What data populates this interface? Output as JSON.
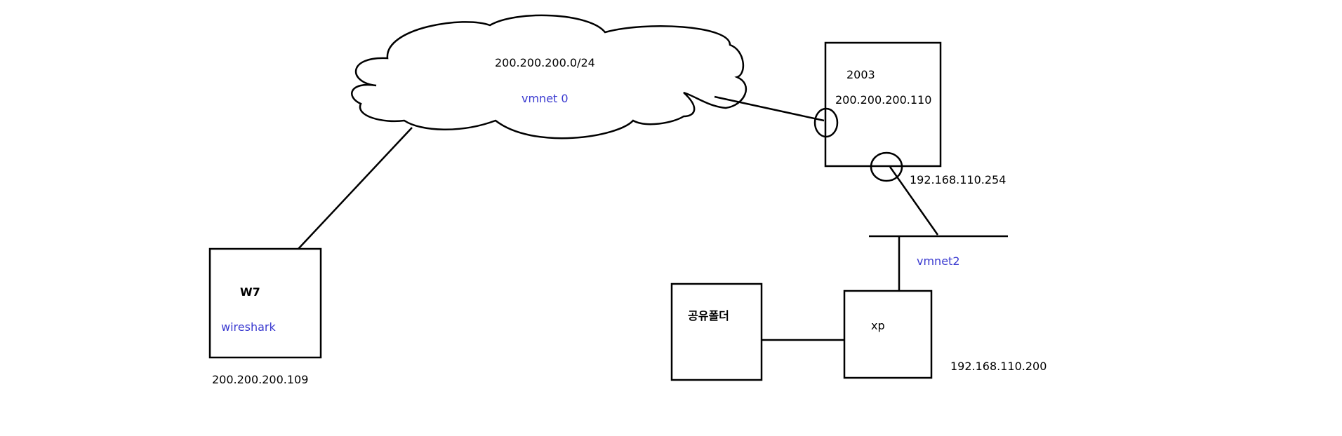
{
  "cloud": {
    "subnet": "200.200.200.0/24",
    "network": "vmnet 0"
  },
  "server": {
    "name": "2003",
    "ip_external": "200.200.200.110",
    "ip_internal": "192.168.110.254"
  },
  "switch": {
    "network": "vmnet2"
  },
  "w7": {
    "name": "W7",
    "app": "wireshark",
    "ip": "200.200.200.109"
  },
  "xp": {
    "name": "xp",
    "ip": "192.168.110.200"
  },
  "shared_folder": {
    "name": "공유폴더"
  },
  "colors": {
    "line": "#000000",
    "label": "#000000",
    "network_label": "#3a3ad0"
  }
}
